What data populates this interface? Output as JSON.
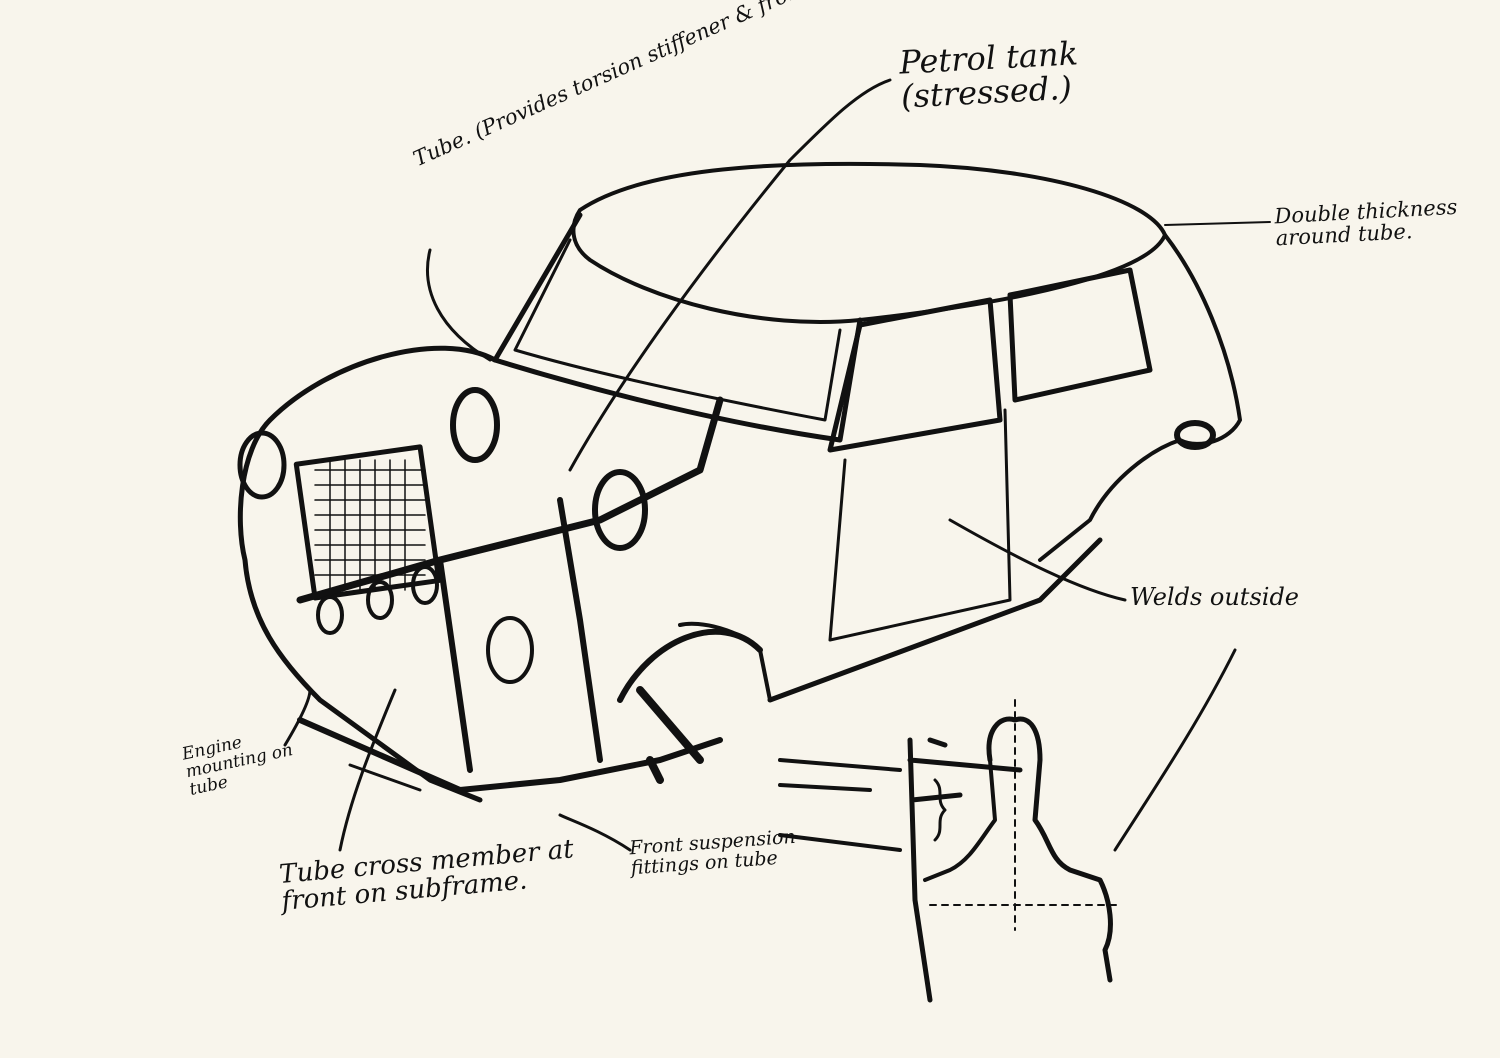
{
  "annotations": {
    "tube": "Tube. (Provides torsion stiffener & front end structure).",
    "petrol_tank": "Petrol tank (stressed.)",
    "double_thickness": "Double thickness around tube.",
    "welds_outside": "Welds outside",
    "engine_mounting": "Engine mounting on tube",
    "tube_cross_member": "Tube cross member at front on subframe.",
    "front_suspension": "Front suspension fittings on tube"
  },
  "colors": {
    "paper": "#f8f5ec",
    "ink": "#111111"
  }
}
